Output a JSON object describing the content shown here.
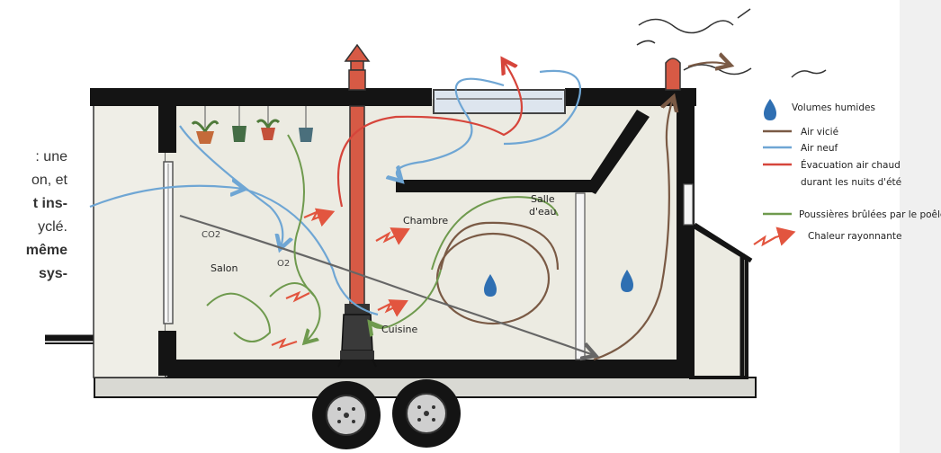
{
  "side_text": {
    "line1": ": une",
    "line2": "on, et",
    "line3": "t ins-",
    "line4": "yclé.",
    "line5": "même",
    "line6": "sys-"
  },
  "rooms": {
    "salon": "Salon",
    "chambre": "Chambre",
    "salle_line1": "Salle",
    "salle_line2": "d'eau",
    "cuisine": "Cuisine",
    "co2": "CO2",
    "o2": "O2"
  },
  "legend": {
    "humid": "Volumes humides",
    "vicie": "Air vicié",
    "neuf": "Air neuf",
    "evac_line1": "Évacuation air chaud",
    "evac_line2": "durant les nuits d'été",
    "dust": "Poussières brûlées par le poêle",
    "heat": "Chaleur rayonnante"
  },
  "colors": {
    "air_vicie": "#7a5a45",
    "air_neuf": "#6fa6d4",
    "evacuation": "#d6453b",
    "dust": "#6f9a4e",
    "heat": "#e2553f",
    "water": "#2f6fb2",
    "wall": "#141414",
    "interior": "#ecebe2"
  }
}
